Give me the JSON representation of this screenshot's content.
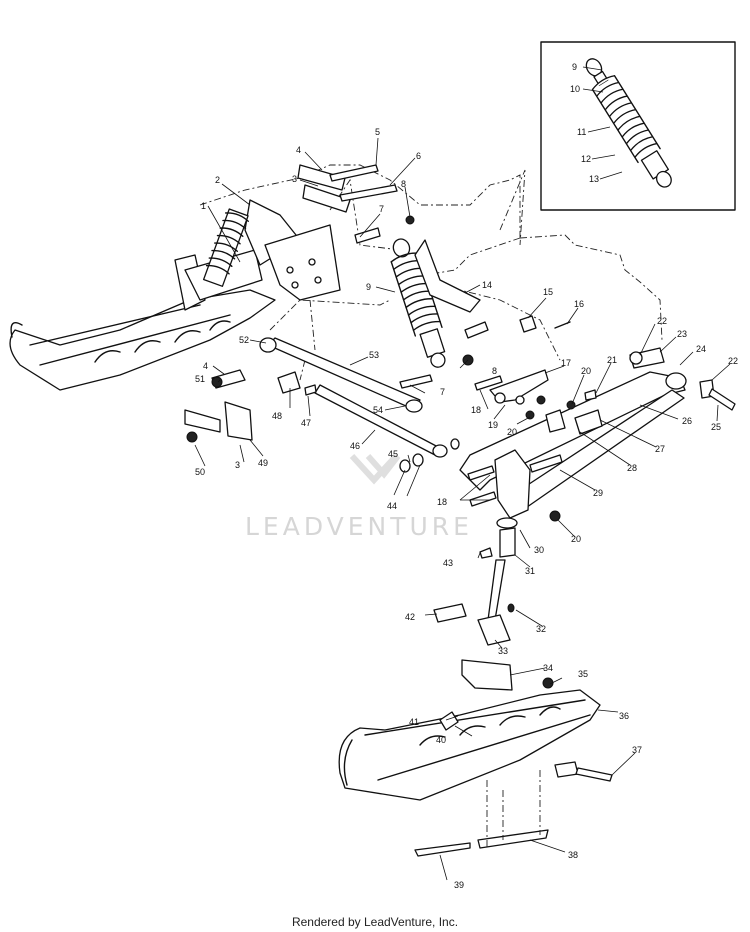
{
  "watermark": "LEADVENTURE",
  "footer": "Rendered by LeadVenture, Inc.",
  "callouts": [
    {
      "id": "c9a",
      "text": "9"
    },
    {
      "id": "c10",
      "text": "10"
    },
    {
      "id": "c11",
      "text": "11"
    },
    {
      "id": "c12",
      "text": "12"
    },
    {
      "id": "c13",
      "text": "13"
    },
    {
      "id": "c5",
      "text": "5"
    },
    {
      "id": "c4a",
      "text": "4"
    },
    {
      "id": "c6",
      "text": "6"
    },
    {
      "id": "c3a",
      "text": "3"
    },
    {
      "id": "c2",
      "text": "2"
    },
    {
      "id": "c8a",
      "text": "8"
    },
    {
      "id": "c7a",
      "text": "7"
    },
    {
      "id": "c1",
      "text": "1"
    },
    {
      "id": "c9b",
      "text": "9"
    },
    {
      "id": "c14",
      "text": "14"
    },
    {
      "id": "c15",
      "text": "15"
    },
    {
      "id": "c16",
      "text": "16"
    },
    {
      "id": "c22a",
      "text": "22"
    },
    {
      "id": "c23",
      "text": "23"
    },
    {
      "id": "c24",
      "text": "24"
    },
    {
      "id": "c22b",
      "text": "22"
    },
    {
      "id": "c21",
      "text": "21"
    },
    {
      "id": "c52",
      "text": "52"
    },
    {
      "id": "c53",
      "text": "53"
    },
    {
      "id": "c17",
      "text": "17"
    },
    {
      "id": "c4b",
      "text": "4"
    },
    {
      "id": "c51",
      "text": "51"
    },
    {
      "id": "c8b",
      "text": "8"
    },
    {
      "id": "c20a",
      "text": "20"
    },
    {
      "id": "c7b",
      "text": "7"
    },
    {
      "id": "c18a",
      "text": "18"
    },
    {
      "id": "c54",
      "text": "54"
    },
    {
      "id": "c48",
      "text": "48"
    },
    {
      "id": "c47",
      "text": "47"
    },
    {
      "id": "c19",
      "text": "19"
    },
    {
      "id": "c20b",
      "text": "20"
    },
    {
      "id": "c25",
      "text": "25"
    },
    {
      "id": "c26",
      "text": "26"
    },
    {
      "id": "c27",
      "text": "27"
    },
    {
      "id": "c50",
      "text": "50"
    },
    {
      "id": "c3b",
      "text": "3"
    },
    {
      "id": "c49",
      "text": "49"
    },
    {
      "id": "c46",
      "text": "46"
    },
    {
      "id": "c45",
      "text": "45"
    },
    {
      "id": "c28",
      "text": "28"
    },
    {
      "id": "c29",
      "text": "29"
    },
    {
      "id": "c44",
      "text": "44"
    },
    {
      "id": "c18b",
      "text": "18"
    },
    {
      "id": "c20c",
      "text": "20"
    },
    {
      "id": "c30",
      "text": "30"
    },
    {
      "id": "c43",
      "text": "43"
    },
    {
      "id": "c31",
      "text": "31"
    },
    {
      "id": "c42",
      "text": "42"
    },
    {
      "id": "c32",
      "text": "32"
    },
    {
      "id": "c33",
      "text": "33"
    },
    {
      "id": "c34",
      "text": "34"
    },
    {
      "id": "c35",
      "text": "35"
    },
    {
      "id": "c36",
      "text": "36"
    },
    {
      "id": "c41",
      "text": "41"
    },
    {
      "id": "c40",
      "text": "40"
    },
    {
      "id": "c37",
      "text": "37"
    },
    {
      "id": "c38",
      "text": "38"
    },
    {
      "id": "c39",
      "text": "39"
    }
  ]
}
